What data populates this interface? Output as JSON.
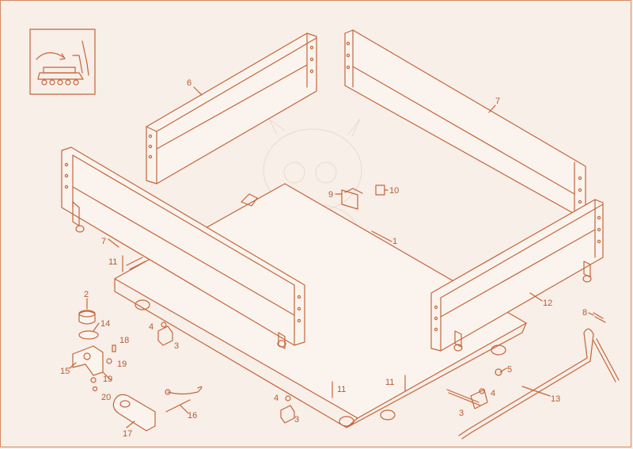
{
  "diagram": {
    "inset": {
      "icon": "tracked-vehicle-thumbnail"
    },
    "watermark": {
      "icon": "dragon-mascot-watermark"
    },
    "parts": [
      {
        "id": "lbl-1",
        "text": "1"
      },
      {
        "id": "lbl-2",
        "text": "2"
      },
      {
        "id": "lbl-3a",
        "text": "3"
      },
      {
        "id": "lbl-3b",
        "text": "3"
      },
      {
        "id": "lbl-3c",
        "text": "3"
      },
      {
        "id": "lbl-4a",
        "text": "4"
      },
      {
        "id": "lbl-4b",
        "text": "4"
      },
      {
        "id": "lbl-4c",
        "text": "4"
      },
      {
        "id": "lbl-5",
        "text": "5"
      },
      {
        "id": "lbl-6",
        "text": "6"
      },
      {
        "id": "lbl-7a",
        "text": "7"
      },
      {
        "id": "lbl-7b",
        "text": "7"
      },
      {
        "id": "lbl-8",
        "text": "8"
      },
      {
        "id": "lbl-9",
        "text": "9"
      },
      {
        "id": "lbl-10",
        "text": "10"
      },
      {
        "id": "lbl-11a",
        "text": "11"
      },
      {
        "id": "lbl-11b",
        "text": "11"
      },
      {
        "id": "lbl-11c",
        "text": "11"
      },
      {
        "id": "lbl-12",
        "text": "12"
      },
      {
        "id": "lbl-13",
        "text": "13"
      },
      {
        "id": "lbl-14",
        "text": "14"
      },
      {
        "id": "lbl-15",
        "text": "15"
      },
      {
        "id": "lbl-16",
        "text": "16"
      },
      {
        "id": "lbl-17",
        "text": "17"
      },
      {
        "id": "lbl-18",
        "text": "18"
      },
      {
        "id": "lbl-19a",
        "text": "19"
      },
      {
        "id": "lbl-19b",
        "text": "19"
      },
      {
        "id": "lbl-20",
        "text": "20"
      }
    ],
    "colors": {
      "line": "#c6643a",
      "background": "#f7efe8",
      "label": "#b85a32"
    }
  }
}
